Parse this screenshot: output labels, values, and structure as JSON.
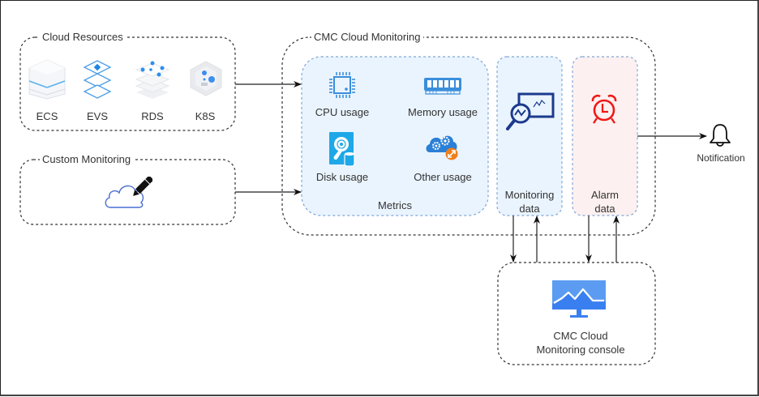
{
  "groups": {
    "cloud_resources": {
      "title": "Cloud Resources",
      "items": [
        {
          "label": "ECS",
          "icon": "ecs-server-icon"
        },
        {
          "label": "EVS",
          "icon": "evs-storage-icon"
        },
        {
          "label": "RDS",
          "icon": "rds-database-icon"
        },
        {
          "label": "K8S",
          "icon": "k8s-container-icon"
        }
      ]
    },
    "custom_monitoring": {
      "title": "Custom Monitoring",
      "icon": "cloud-edit-icon"
    },
    "cmc": {
      "title": "CMC Cloud Monitoring",
      "metrics": {
        "title": "Metrics",
        "items": [
          {
            "label": "CPU usage",
            "icon": "cpu-icon"
          },
          {
            "label": "Memory usage",
            "icon": "memory-icon"
          },
          {
            "label": "Disk usage",
            "icon": "disk-icon"
          },
          {
            "label": "Other usage",
            "icon": "cloud-gears-icon"
          }
        ]
      },
      "monitoring_data": {
        "line1": "Monitoring",
        "line2": "data",
        "icon": "monitor-analytics-icon"
      },
      "alarm_data": {
        "line1": "Alarm",
        "line2": "data",
        "icon": "alarm-clock-icon"
      }
    },
    "console": {
      "line1": "CMC Cloud",
      "line2": "Monitoring console",
      "icon": "monitor-chart-icon"
    },
    "notification": {
      "label": "Notification",
      "icon": "bell-icon"
    }
  },
  "colors": {
    "metrics_fill": "#EAF4FE",
    "alarm_fill": "#FDF0F0",
    "dashed_blue": "#7EA6D8",
    "icon_blue": "#3A8EDB",
    "alarm_red": "#F01818",
    "navy": "#1B3A8C"
  }
}
